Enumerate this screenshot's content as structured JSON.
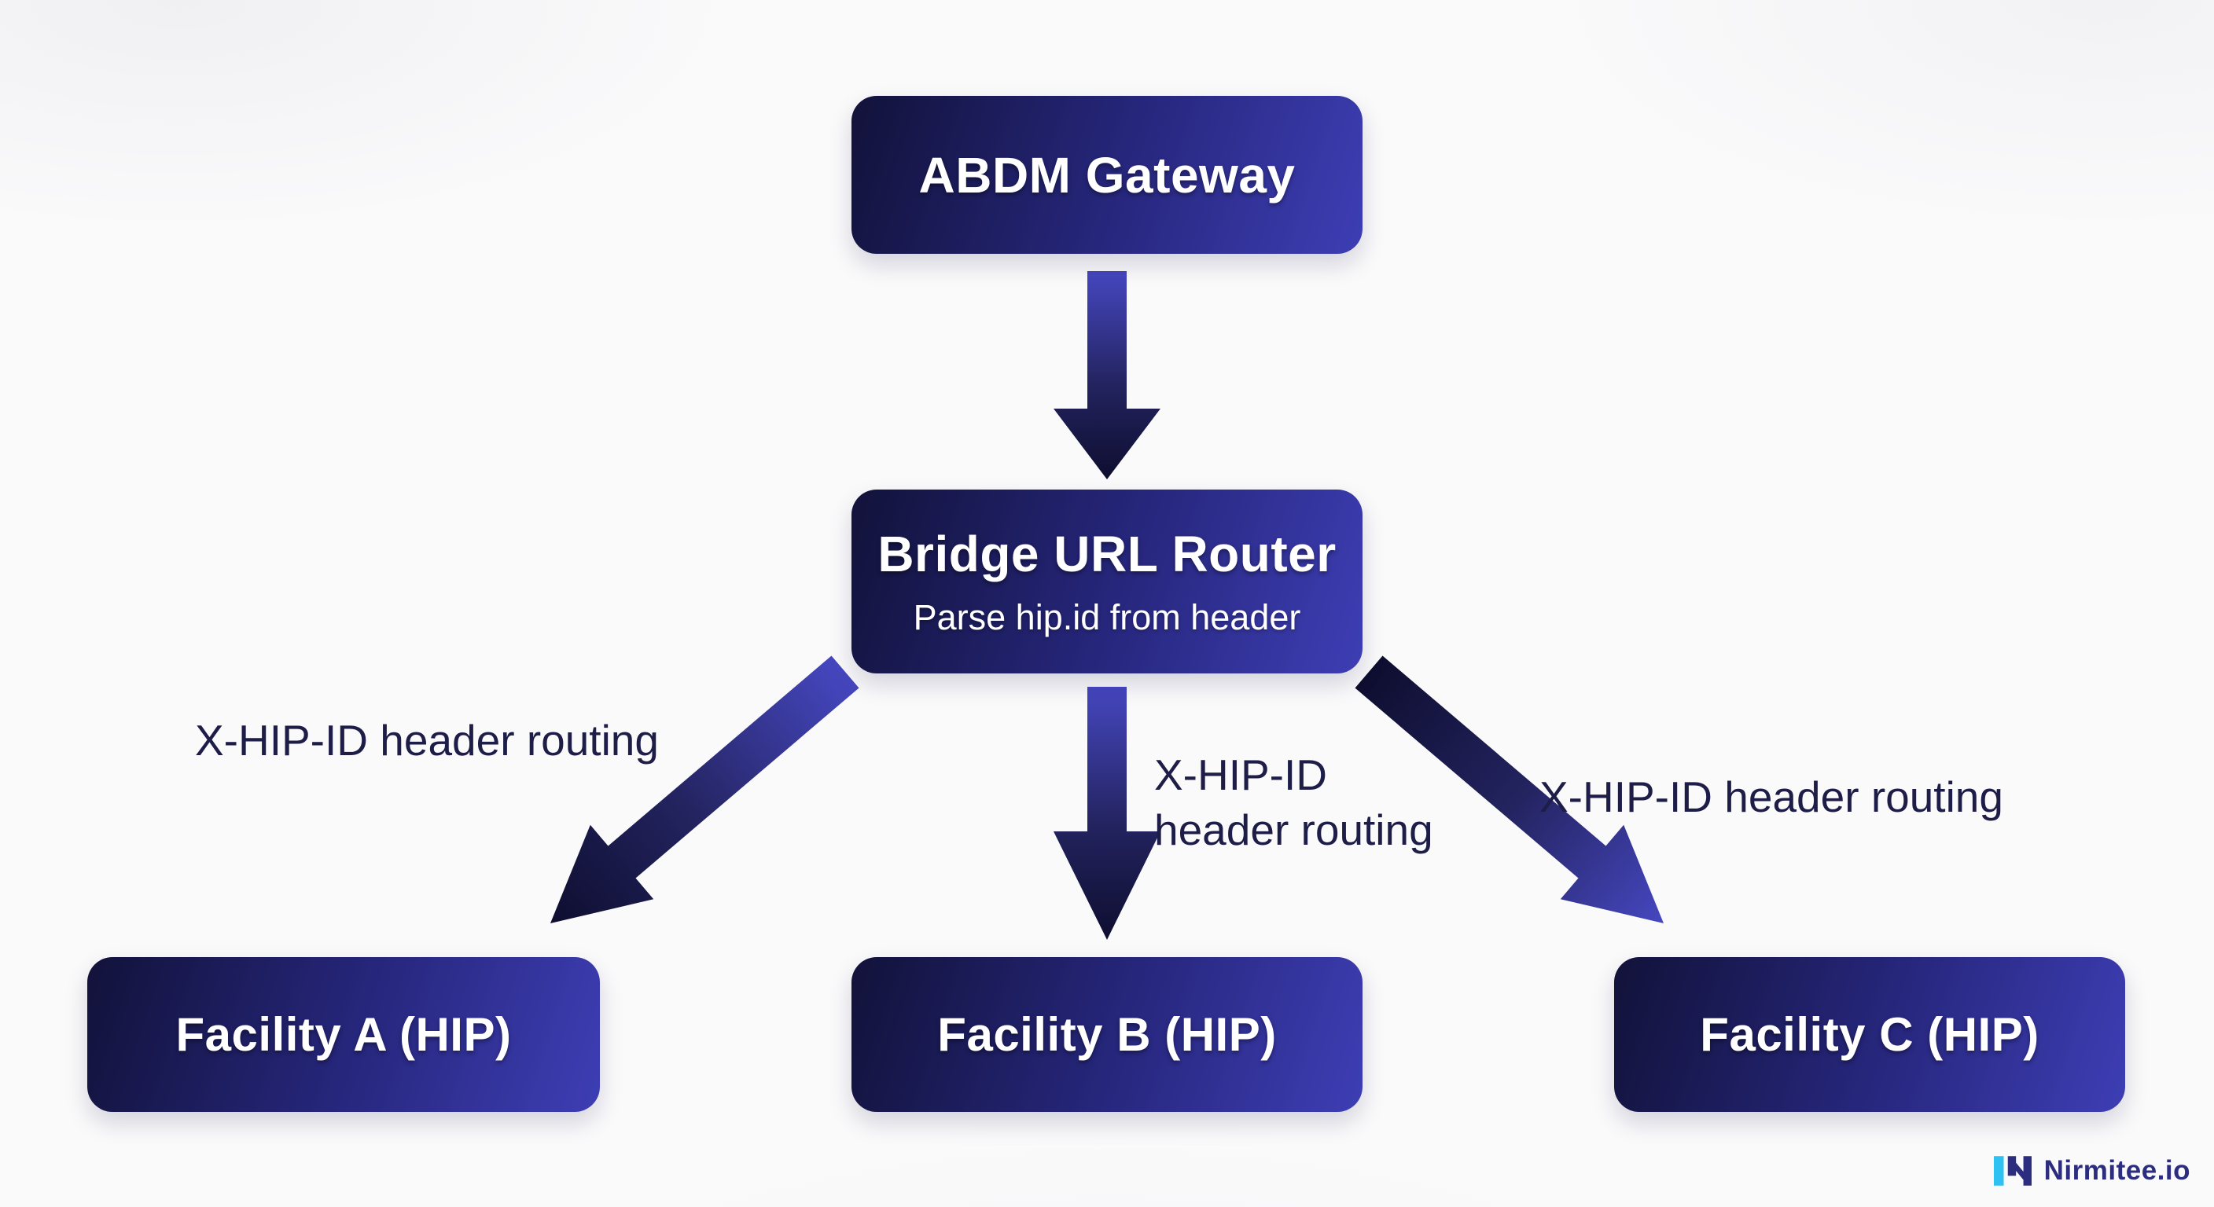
{
  "diagram": {
    "nodes": {
      "gateway": {
        "title": "ABDM Gateway"
      },
      "router": {
        "title": "Bridge URL Router",
        "subtitle": "Parse hip.id from header"
      },
      "facility_a": {
        "title": "Facility A (HIP)"
      },
      "facility_b": {
        "title": "Facility B (HIP)"
      },
      "facility_c": {
        "title": "Facility C (HIP)"
      }
    },
    "edge_labels": {
      "left": "X-HIP-ID header routing",
      "center": "X-HIP-ID\nheader routing",
      "right": "X-HIP-ID header routing"
    }
  },
  "branding": {
    "logo_text": "Nirmitee.io"
  },
  "colors": {
    "bg": "#fafafb",
    "box-dark": "#12123a",
    "box-mid": "#26267c",
    "box-light": "#3e3eb5",
    "arrow-light": "#4647c0",
    "arrow-dark": "#0e0e30",
    "label-ink": "#1d1d47",
    "logo-cyan": "#2fc1f2",
    "logo-navy": "#2d2d80",
    "box-text": "#ffffff"
  }
}
